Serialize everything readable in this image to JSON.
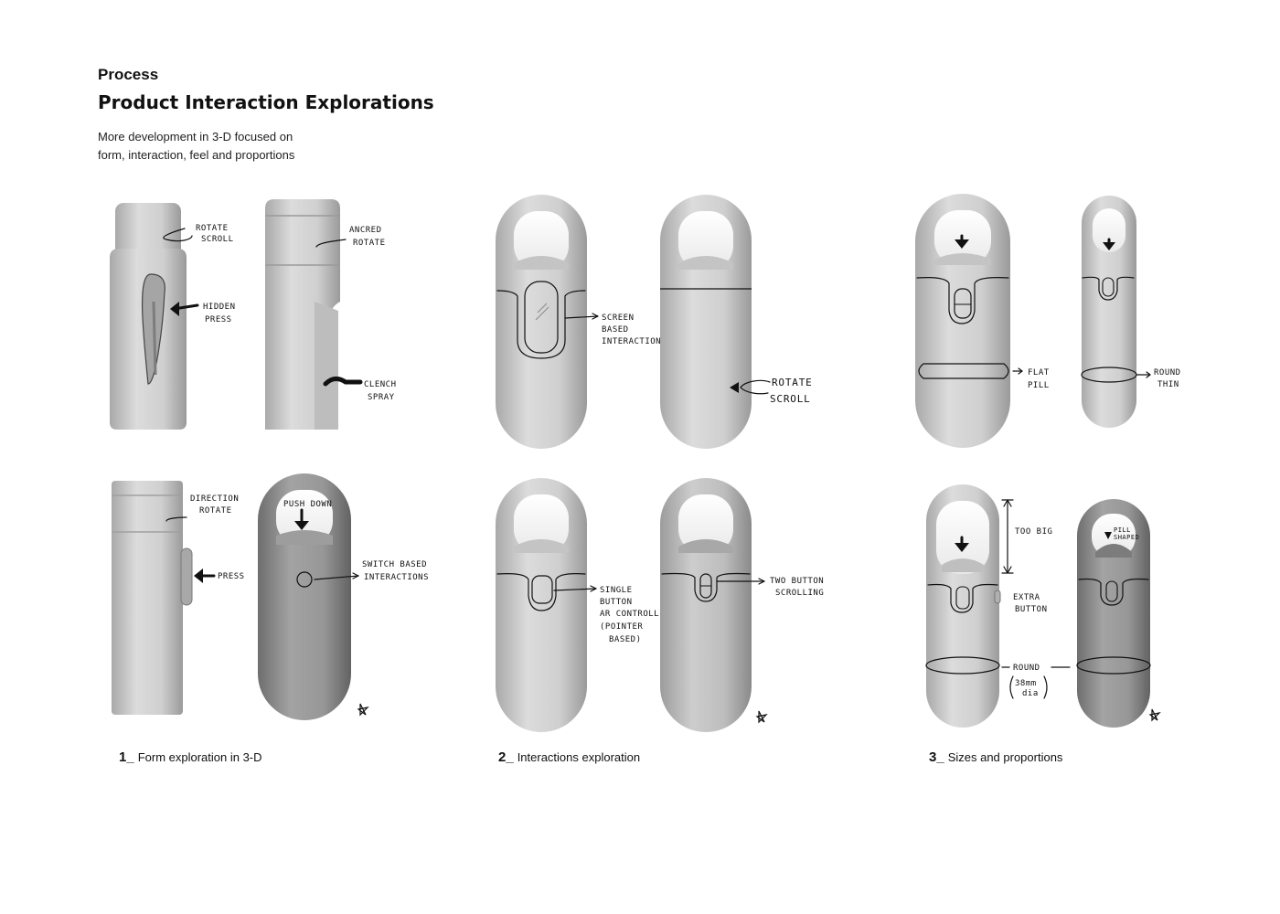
{
  "header": {
    "kicker": "Process",
    "title": "Product Interaction Explorations",
    "description": "More development in 3-D focused on form, interaction, feel and proportions"
  },
  "annotations": {
    "rotate_scroll_1": [
      "ROTATE",
      "SCROLL"
    ],
    "hidden_press": [
      "HIDDEN",
      "PRESS"
    ],
    "ancred_rotate": [
      "ANCRED",
      "ROTATE"
    ],
    "clench_spray": [
      "CLENCH",
      "SPRAY"
    ],
    "direction_rotate": [
      "DIRECTION",
      "ROTATE"
    ],
    "press": "PRESS",
    "push_down": "PUSH DOWN",
    "switch_based": [
      "SWITCH BASED",
      "INTERACTIONS"
    ],
    "screen_based": [
      "SCREEN",
      "BASED",
      "INTERACTION"
    ],
    "rotate_scroll_2": [
      "ROTATE",
      "SCROLL"
    ],
    "single_button": [
      "SINGLE",
      "BUTTON",
      "AR CONTROLL",
      "(POINTER",
      "BASED)"
    ],
    "two_button": [
      "TWO BUTTON",
      "SCROLLING"
    ],
    "flat_pill": [
      "FLAT",
      "PILL"
    ],
    "round_thin": [
      "ROUND",
      "THIN"
    ],
    "too_big": "TOO BIG",
    "extra_button": [
      "EXTRA",
      "BUTTON"
    ],
    "round_38": [
      "ROUND",
      "38mm",
      "dia"
    ],
    "pill_shaped": [
      "PILL",
      "SHAPED"
    ]
  },
  "captions": [
    {
      "num": "1_",
      "text": "Form exploration in 3-D"
    },
    {
      "num": "2_",
      "text": "Interactions exploration"
    },
    {
      "num": "3_",
      "text": "Sizes and proportions"
    }
  ],
  "colors": {
    "light_body": "#cfcfcf",
    "mid_body": "#b9b9b9",
    "dark_body": "#8f8f8f",
    "ink": "#111111"
  }
}
